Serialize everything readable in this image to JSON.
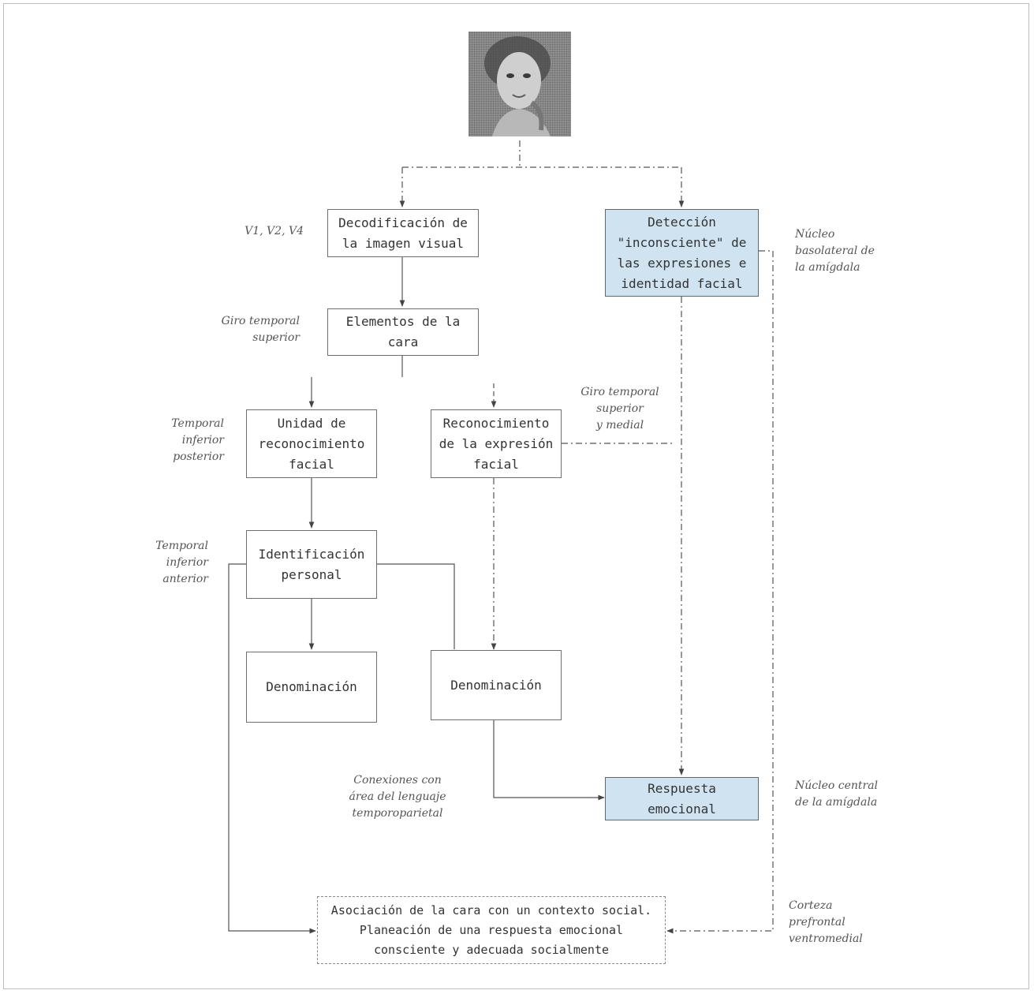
{
  "boxes": {
    "decodificacion": "Decodificación de\nla imagen visual",
    "deteccion": "Detección\n\"inconsciente\" de\nlas expresiones e\nidentidad facial",
    "elementos": "Elementos de la\ncara",
    "unidad": "Unidad de\nreconocimiento\nfacial",
    "reconocimiento_expresion": "Reconocimiento\nde la expresión\nfacial",
    "identificacion": "Identificación\npersonal",
    "denominacion_izq": "Denominación",
    "denominacion_der": "Denominación",
    "respuesta": "Respuesta\nemocional",
    "asociacion": "Asociación de la cara con un contexto social.\nPlaneación de una respuesta emocional\nconsciente y adecuada socialmente"
  },
  "labels": {
    "v_areas": "V1, V2, V4",
    "giro_superior": "Giro temporal\nsuperior",
    "temporal_inferior_posterior": "Temporal\ninferior\nposterior",
    "giro_superior_medial": "Giro temporal\nsuperior\ny medial",
    "temporal_inferior_anterior": "Temporal\ninferior\nanterior",
    "conexiones": "Conexiones con\nárea del lenguaje\ntemporoparietal",
    "nucleo_basolateral": "Núcleo\nbasolateral de\nla amígdala",
    "nucleo_central": "Núcleo central\nde la amígdala",
    "corteza_prefrontal": "Corteza\nprefrontal\nventromedial"
  },
  "colors": {
    "highlight_box": "#cfe3f1",
    "line": "#555555"
  },
  "icons": {
    "photo": "face-photo"
  }
}
